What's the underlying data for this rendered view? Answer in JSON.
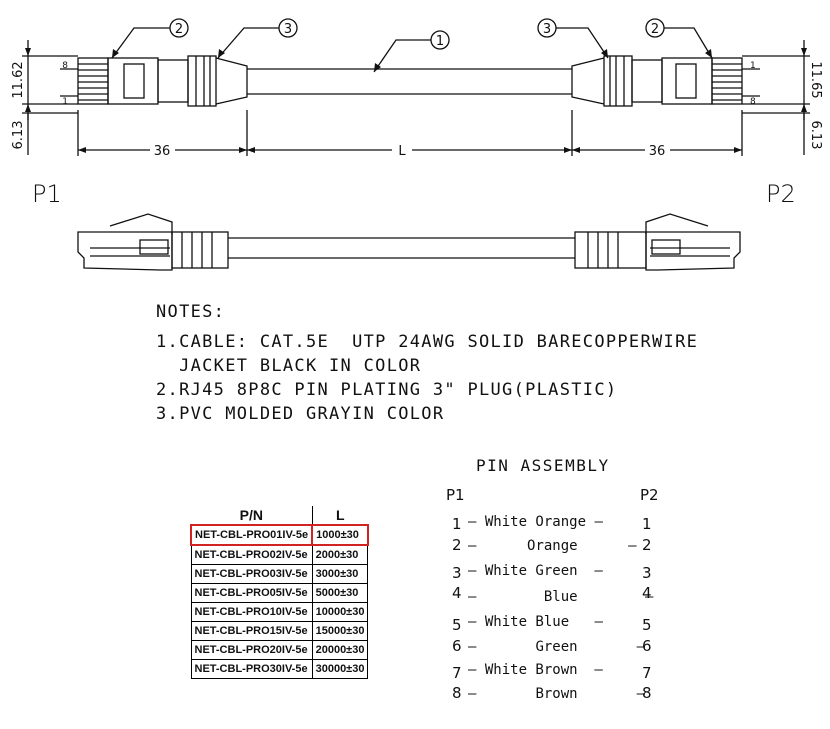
{
  "callouts": [
    "1",
    "2",
    "3"
  ],
  "dimensions": {
    "left_height": "11.62",
    "right_height": "11.65",
    "offset": "6.13",
    "plug_length": "36",
    "length_symbol": "L",
    "pin_first_left": "8",
    "pin_last_left": "1",
    "pin_first_right": "1",
    "pin_last_right": "8"
  },
  "ends": {
    "p1": "P1",
    "p2": "P2"
  },
  "notes": {
    "heading": "NOTES:",
    "lines": [
      "1.CABLE: CAT.5E  UTP 24AWG SOLID BARECOPPERWIRE",
      "  JACKET BLACK IN COLOR",
      "2.RJ45 8P8C PIN PLATING 3\" PLUG(PLASTIC)",
      "3.PVC MOLDED GRAYIN COLOR"
    ]
  },
  "part_table": {
    "headers": [
      "P/N",
      "L"
    ],
    "rows": [
      [
        "NET-CBL-PRO01IV-5e",
        "1000±30"
      ],
      [
        "NET-CBL-PRO02IV-5e",
        "2000±30"
      ],
      [
        "NET-CBL-PRO03IV-5e",
        "3000±30"
      ],
      [
        "NET-CBL-PRO05IV-5e",
        "5000±30"
      ],
      [
        "NET-CBL-PRO10IV-5e",
        "10000±30"
      ],
      [
        "NET-CBL-PRO15IV-5e",
        "15000±30"
      ],
      [
        "NET-CBL-PRO20IV-5e",
        "20000±30"
      ],
      [
        "NET-CBL-PRO30IV-5e",
        "30000±30"
      ]
    ],
    "highlight_color": "#d22222"
  },
  "pin_assembly": {
    "title": "PIN ASSEMBLY",
    "left_header": "P1",
    "right_header": "P2",
    "pins": [
      {
        "p1": "1",
        "color": "White Orange",
        "p2": "1"
      },
      {
        "p1": "2",
        "color": "Orange",
        "p2": "2"
      },
      {
        "p1": "3",
        "color": "White Green",
        "p2": "3"
      },
      {
        "p1": "4",
        "color": "Blue",
        "p2": "4"
      },
      {
        "p1": "5",
        "color": "White Blue",
        "p2": "5"
      },
      {
        "p1": "6",
        "color": "Green",
        "p2": "6"
      },
      {
        "p1": "7",
        "color": "White Brown",
        "p2": "7"
      },
      {
        "p1": "8",
        "color": "Brown",
        "p2": "8"
      }
    ]
  }
}
